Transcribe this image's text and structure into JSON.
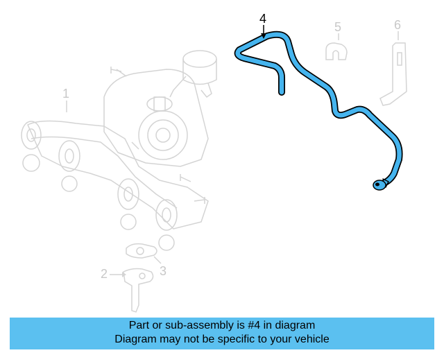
{
  "callouts": [
    {
      "id": "1",
      "label": "1"
    },
    {
      "id": "2",
      "label": "2"
    },
    {
      "id": "3",
      "label": "3"
    },
    {
      "id": "4",
      "label": "4",
      "highlighted": true
    },
    {
      "id": "5",
      "label": "5"
    },
    {
      "id": "6",
      "label": "6"
    }
  ],
  "banner": {
    "line1": "Part or sub-assembly is #4 in diagram",
    "line2": "Diagram may not be specific to your vehicle"
  },
  "colors": {
    "highlight_part": "#45b4ee",
    "faded_part": "#cfcfcf",
    "banner_bg": "#5bc0f0"
  }
}
